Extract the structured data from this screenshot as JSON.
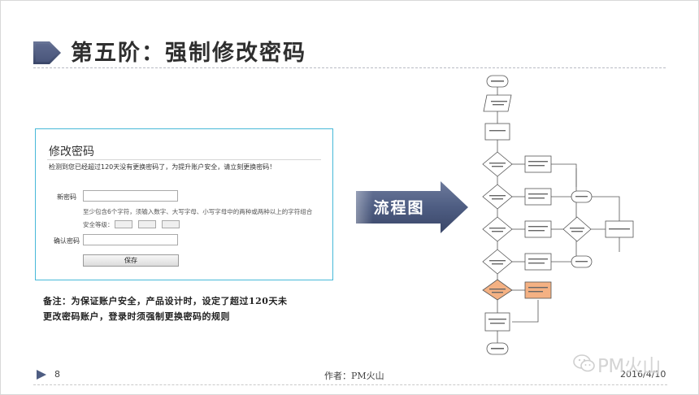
{
  "slide": {
    "title": "第五阶：强制修改密码",
    "page_number": "8",
    "author": "作者：PM火山",
    "date": "2016/4/10",
    "watermark": "PM火山"
  },
  "form": {
    "title": "修改密码",
    "notice": "检测到您已经超过120天没有更换密码了，为提升账户安全，请立刻更换密码！",
    "new_password_label": "新密码",
    "new_password_value": "",
    "hint": "至少包含6个字符，须输入数字、大写字母、小写字母中的两种或两种以上的字符组合",
    "strength_label": "安全等级：",
    "confirm_password_label": "确认密码",
    "confirm_password_value": "",
    "save_label": "保存"
  },
  "note": {
    "line1": "备注：为保证账户安全，产品设计时，设定了超过120天未",
    "line2": "更改密码账户，登录时须强制更换密码的规则"
  },
  "arrow": {
    "label": "流程图"
  },
  "colors": {
    "accent_navy": "#3d4a6e",
    "form_border": "#47b9d8",
    "highlight_orange": "#f4b183",
    "arrow_fill": "#4e5d82"
  },
  "icons": {
    "title_marker": "chevron-tab-icon",
    "footer_marker": "triangle-right-icon",
    "watermark_logo": "wechat-icon"
  }
}
